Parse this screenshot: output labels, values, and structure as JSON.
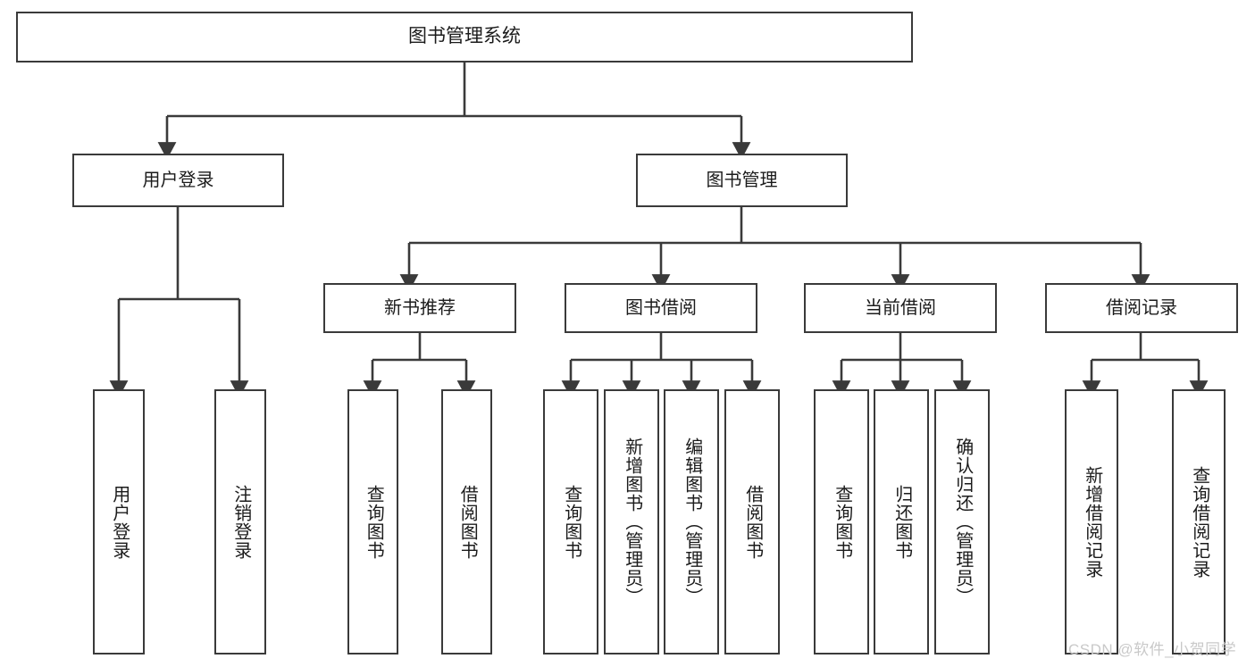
{
  "diagram": {
    "type": "tree",
    "title": "图书管理系统",
    "style": {
      "background": "#ffffff",
      "box_border": "#3a3a3a",
      "box_fill": "#ffffff",
      "line": "#3a3a3a",
      "text": "#1b1b1b",
      "watermark": "#c9c9c9"
    },
    "watermark": "CSDN @软件_小贺同学",
    "levels": {
      "root": {
        "label": "图书管理系统"
      },
      "level2": [
        {
          "label": "用户登录"
        },
        {
          "label": "图书管理"
        }
      ],
      "level3": [
        {
          "label": "新书推荐"
        },
        {
          "label": "图书借阅"
        },
        {
          "label": "当前借阅"
        },
        {
          "label": "借阅记录"
        }
      ],
      "leaves": {
        "user_login": [
          {
            "label": "用户登录"
          },
          {
            "label": "注销登录"
          }
        ],
        "new_book_recommend": [
          {
            "label": "查询图书"
          },
          {
            "label": "借阅图书"
          }
        ],
        "book_borrow": [
          {
            "label": "查询图书"
          },
          {
            "label": "新增图书（管理员）"
          },
          {
            "label": "编辑图书（管理员）"
          },
          {
            "label": "借阅图书"
          }
        ],
        "current_borrow": [
          {
            "label": "查询图书"
          },
          {
            "label": "归还图书"
          },
          {
            "label": "确认归还（管理员）"
          }
        ],
        "borrow_record": [
          {
            "label": "新增借阅记录"
          },
          {
            "label": "查询借阅记录"
          }
        ]
      }
    }
  }
}
